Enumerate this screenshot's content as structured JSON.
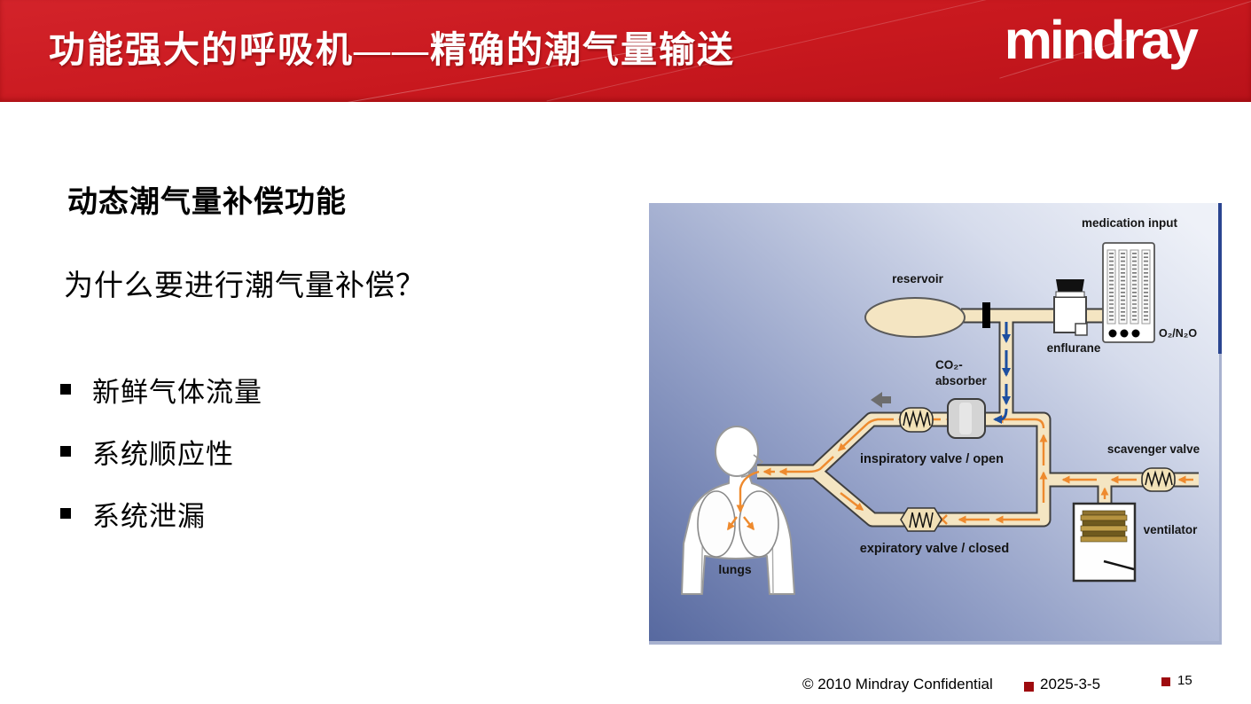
{
  "header": {
    "title": "功能强大的呼吸机——精确的潮气量输送",
    "logo": "mindray"
  },
  "content": {
    "heading": "动态潮气量补偿功能",
    "question": "为什么要进行潮气量补偿？",
    "bullets": [
      "新鲜气体流量",
      "系统顺应性",
      "系统泄漏"
    ]
  },
  "diagram": {
    "labels": {
      "medication_input": "medication input",
      "o2_n2o": "O₂/N₂O",
      "reservoir": "reservoir",
      "enflurane": "enflurane",
      "co2_line1": "CO₂-",
      "co2_line2": "absorber",
      "inspiratory": "inspiratory valve / open",
      "expiratory": "expiratory valve / closed",
      "scavenger": "scavenger valve",
      "ventilator": "ventilator",
      "lungs": "lungs"
    },
    "colors": {
      "background_left": "#56689f",
      "background_right": "#eef1f8",
      "tube_fill": "#f4e5c2",
      "flow_orange": "#ee8a2e",
      "fresh_gas_blue": "#1d4fa0"
    }
  },
  "footer": {
    "copyright": "© 2010 Mindray Confidential",
    "date": "2025-3-5",
    "page": "15"
  },
  "colors": {
    "header_red": "#c8181e",
    "footer_marker": "#9e0b0f"
  }
}
